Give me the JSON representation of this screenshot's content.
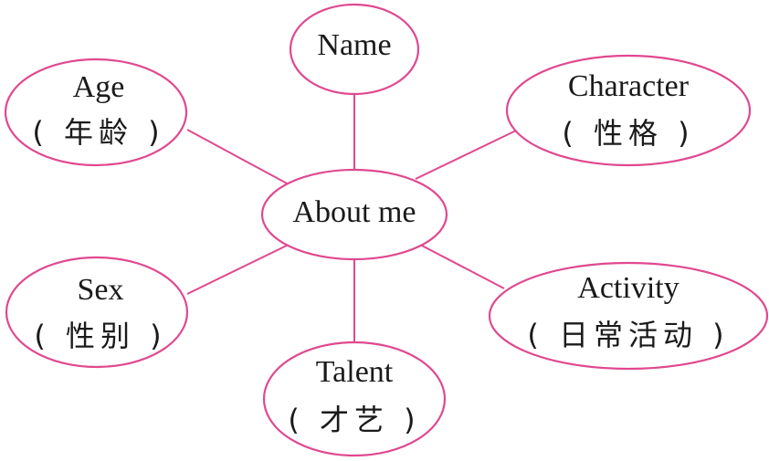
{
  "diagram": {
    "center": {
      "label": "About me"
    },
    "nodes": {
      "name": {
        "label": "Name"
      },
      "age": {
        "label": "Age",
        "sublabel": "( 年龄 )"
      },
      "character": {
        "label": "Character",
        "sublabel": "( 性格 )"
      },
      "sex": {
        "label": "Sex",
        "sublabel": "( 性别 )"
      },
      "activity": {
        "label": "Activity",
        "sublabel": "( 日常活动 )"
      },
      "talent": {
        "label": "Talent",
        "sublabel": "( 才艺 )"
      }
    },
    "colors": {
      "outline": "#e0488f",
      "text": "#1a1a1a"
    }
  }
}
